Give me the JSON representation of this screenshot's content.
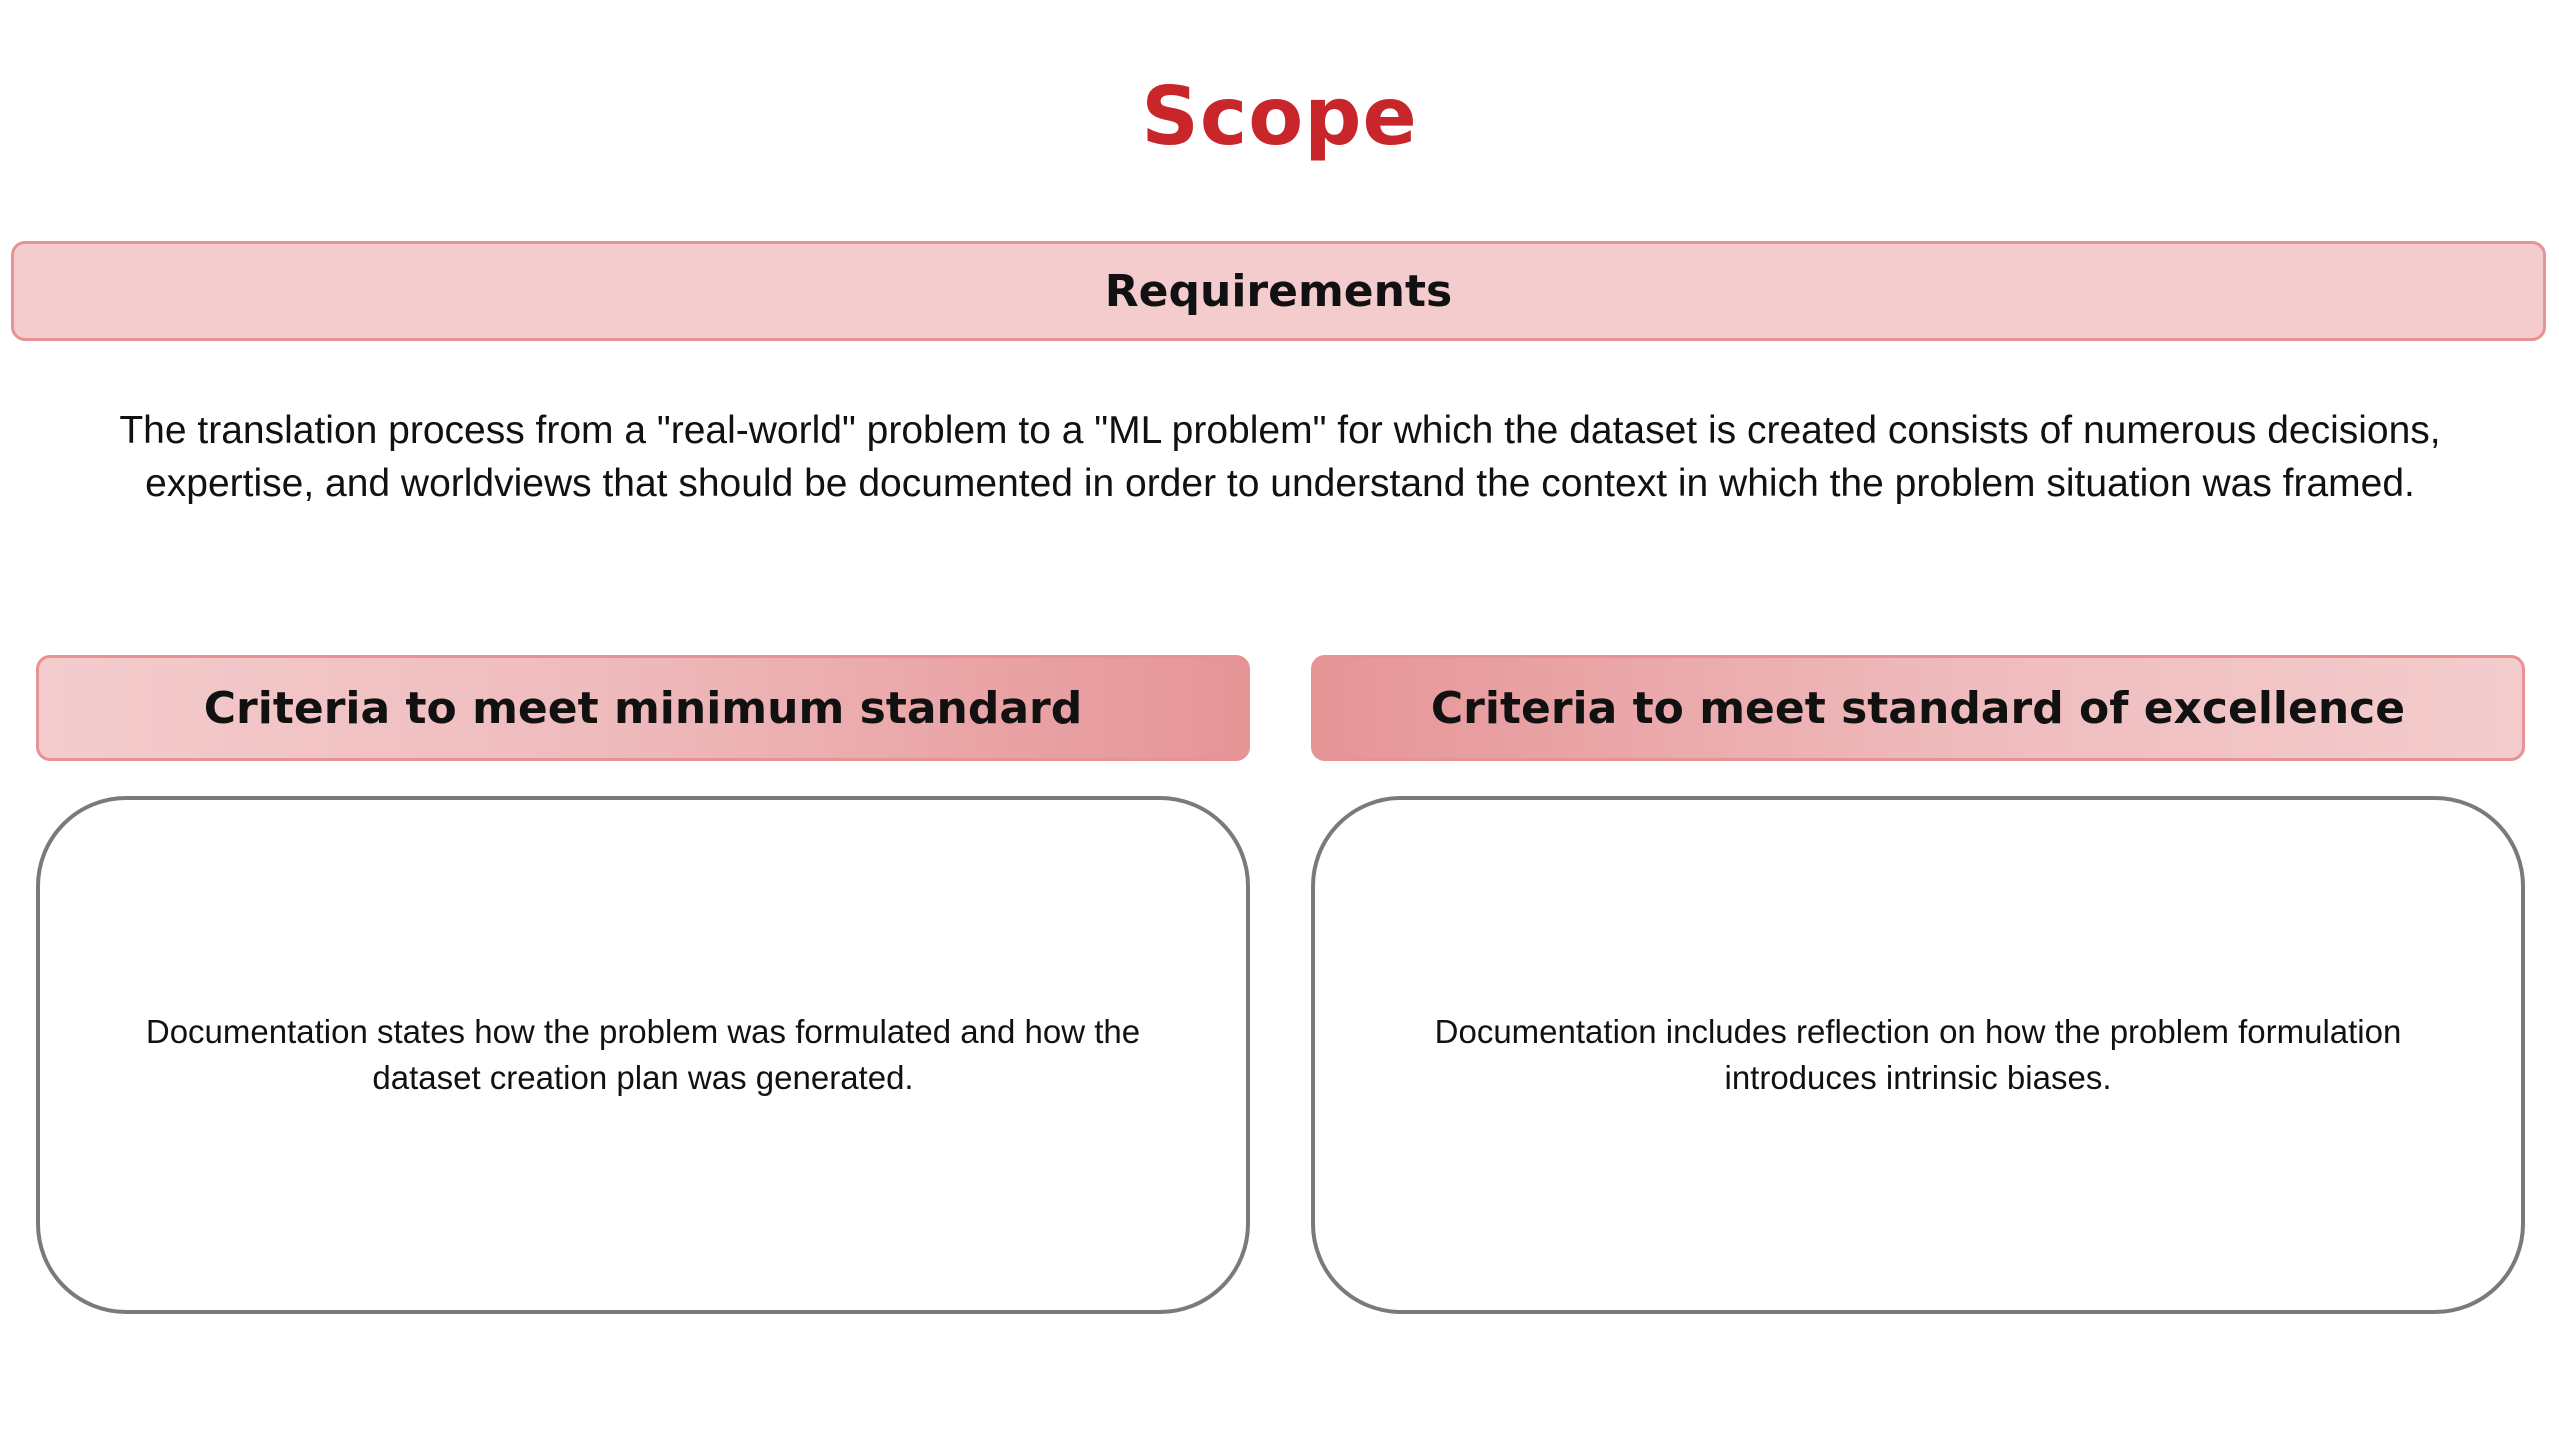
{
  "title": "Scope",
  "requirements": {
    "heading": "Requirements",
    "description": "The translation process from a \"real-world\" problem to a \"ML problem\" for which the dataset is created consists of numerous decisions, expertise, and worldviews that should be documented in order to understand the context in which the problem situation was framed."
  },
  "criteria": {
    "minimum": {
      "heading": "Criteria to meet minimum standard",
      "text": "Documentation states how the problem was formulated and how the dataset creation plan was generated."
    },
    "excellence": {
      "heading": "Criteria to meet standard of excellence",
      "text": "Documentation includes reflection on how the problem formulation introduces intrinsic biases."
    }
  },
  "colors": {
    "title": "#c8262b",
    "header_fill_light": "#f4cccd",
    "header_fill_dark": "#e69496",
    "header_border": "#e79294",
    "box_border": "#7a7a7a"
  }
}
